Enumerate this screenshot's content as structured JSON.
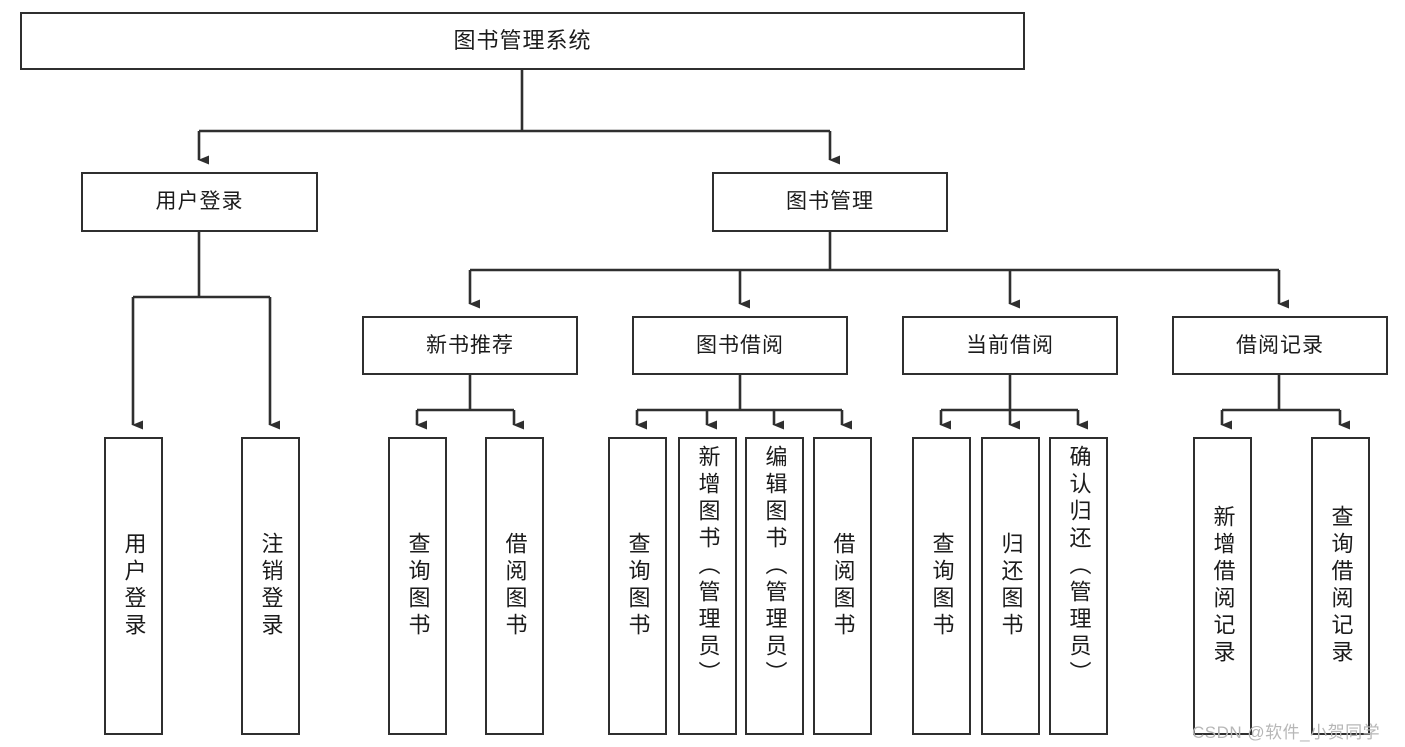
{
  "diagram": {
    "title": "图书管理系统",
    "type": "tree-hierarchy-chart",
    "watermark": "CSDN @软件_小贺同学",
    "colors": {
      "background": "#ffffff",
      "node_border": "#2f2f2f",
      "node_fill": "#ffffff",
      "edge": "#2f2f2f",
      "text": "#1b1b1b",
      "watermark": "#b7b7b7"
    },
    "nodes": {
      "root": {
        "label": "图书管理系统"
      },
      "level2": [
        {
          "id": "user-login",
          "label": "用户登录"
        },
        {
          "id": "book-manage",
          "label": "图书管理"
        }
      ],
      "level3": [
        {
          "id": "new-book-recommend",
          "label": "新书推荐"
        },
        {
          "id": "book-borrow",
          "label": "图书借阅"
        },
        {
          "id": "current-borrow",
          "label": "当前借阅"
        },
        {
          "id": "borrow-record",
          "label": "借阅记录"
        }
      ],
      "leaves": {
        "user-login": [
          {
            "id": "leaf-user-login",
            "label": "用户登录"
          },
          {
            "id": "leaf-logout-login",
            "label": "注销登录"
          }
        ],
        "new-book-recommend": [
          {
            "id": "leaf-query-book-1",
            "label": "查询图书"
          },
          {
            "id": "leaf-borrow-book-1",
            "label": "借阅图书"
          }
        ],
        "book-borrow": [
          {
            "id": "leaf-query-book-2",
            "label": "查询图书"
          },
          {
            "id": "leaf-add-book",
            "label": "新增图书（管理员）"
          },
          {
            "id": "leaf-edit-book",
            "label": "编辑图书（管理员）"
          },
          {
            "id": "leaf-borrow-book-2",
            "label": "借阅图书"
          }
        ],
        "current-borrow": [
          {
            "id": "leaf-query-book-3",
            "label": "查询图书"
          },
          {
            "id": "leaf-return-book",
            "label": "归还图书"
          },
          {
            "id": "leaf-confirm-return",
            "label": "确认归还（管理员）"
          }
        ],
        "borrow-record": [
          {
            "id": "leaf-add-record",
            "label": "新增借阅记录"
          },
          {
            "id": "leaf-query-record",
            "label": "查询借阅记录"
          }
        ]
      }
    }
  },
  "chart_data": {
    "type": "tree",
    "title": "图书管理系统",
    "root": "图书管理系统",
    "edges": [
      [
        "图书管理系统",
        "用户登录"
      ],
      [
        "图书管理系统",
        "图书管理"
      ],
      [
        "用户登录",
        "用户登录"
      ],
      [
        "用户登录",
        "注销登录"
      ],
      [
        "图书管理",
        "新书推荐"
      ],
      [
        "图书管理",
        "图书借阅"
      ],
      [
        "图书管理",
        "当前借阅"
      ],
      [
        "图书管理",
        "借阅记录"
      ],
      [
        "新书推荐",
        "查询图书"
      ],
      [
        "新书推荐",
        "借阅图书"
      ],
      [
        "图书借阅",
        "查询图书"
      ],
      [
        "图书借阅",
        "新增图书（管理员）"
      ],
      [
        "图书借阅",
        "编辑图书（管理员）"
      ],
      [
        "图书借阅",
        "借阅图书"
      ],
      [
        "当前借阅",
        "查询图书"
      ],
      [
        "当前借阅",
        "归还图书"
      ],
      [
        "当前借阅",
        "确认归还（管理员）"
      ],
      [
        "借阅记录",
        "新增借阅记录"
      ],
      [
        "借阅记录",
        "查询借阅记录"
      ]
    ]
  }
}
